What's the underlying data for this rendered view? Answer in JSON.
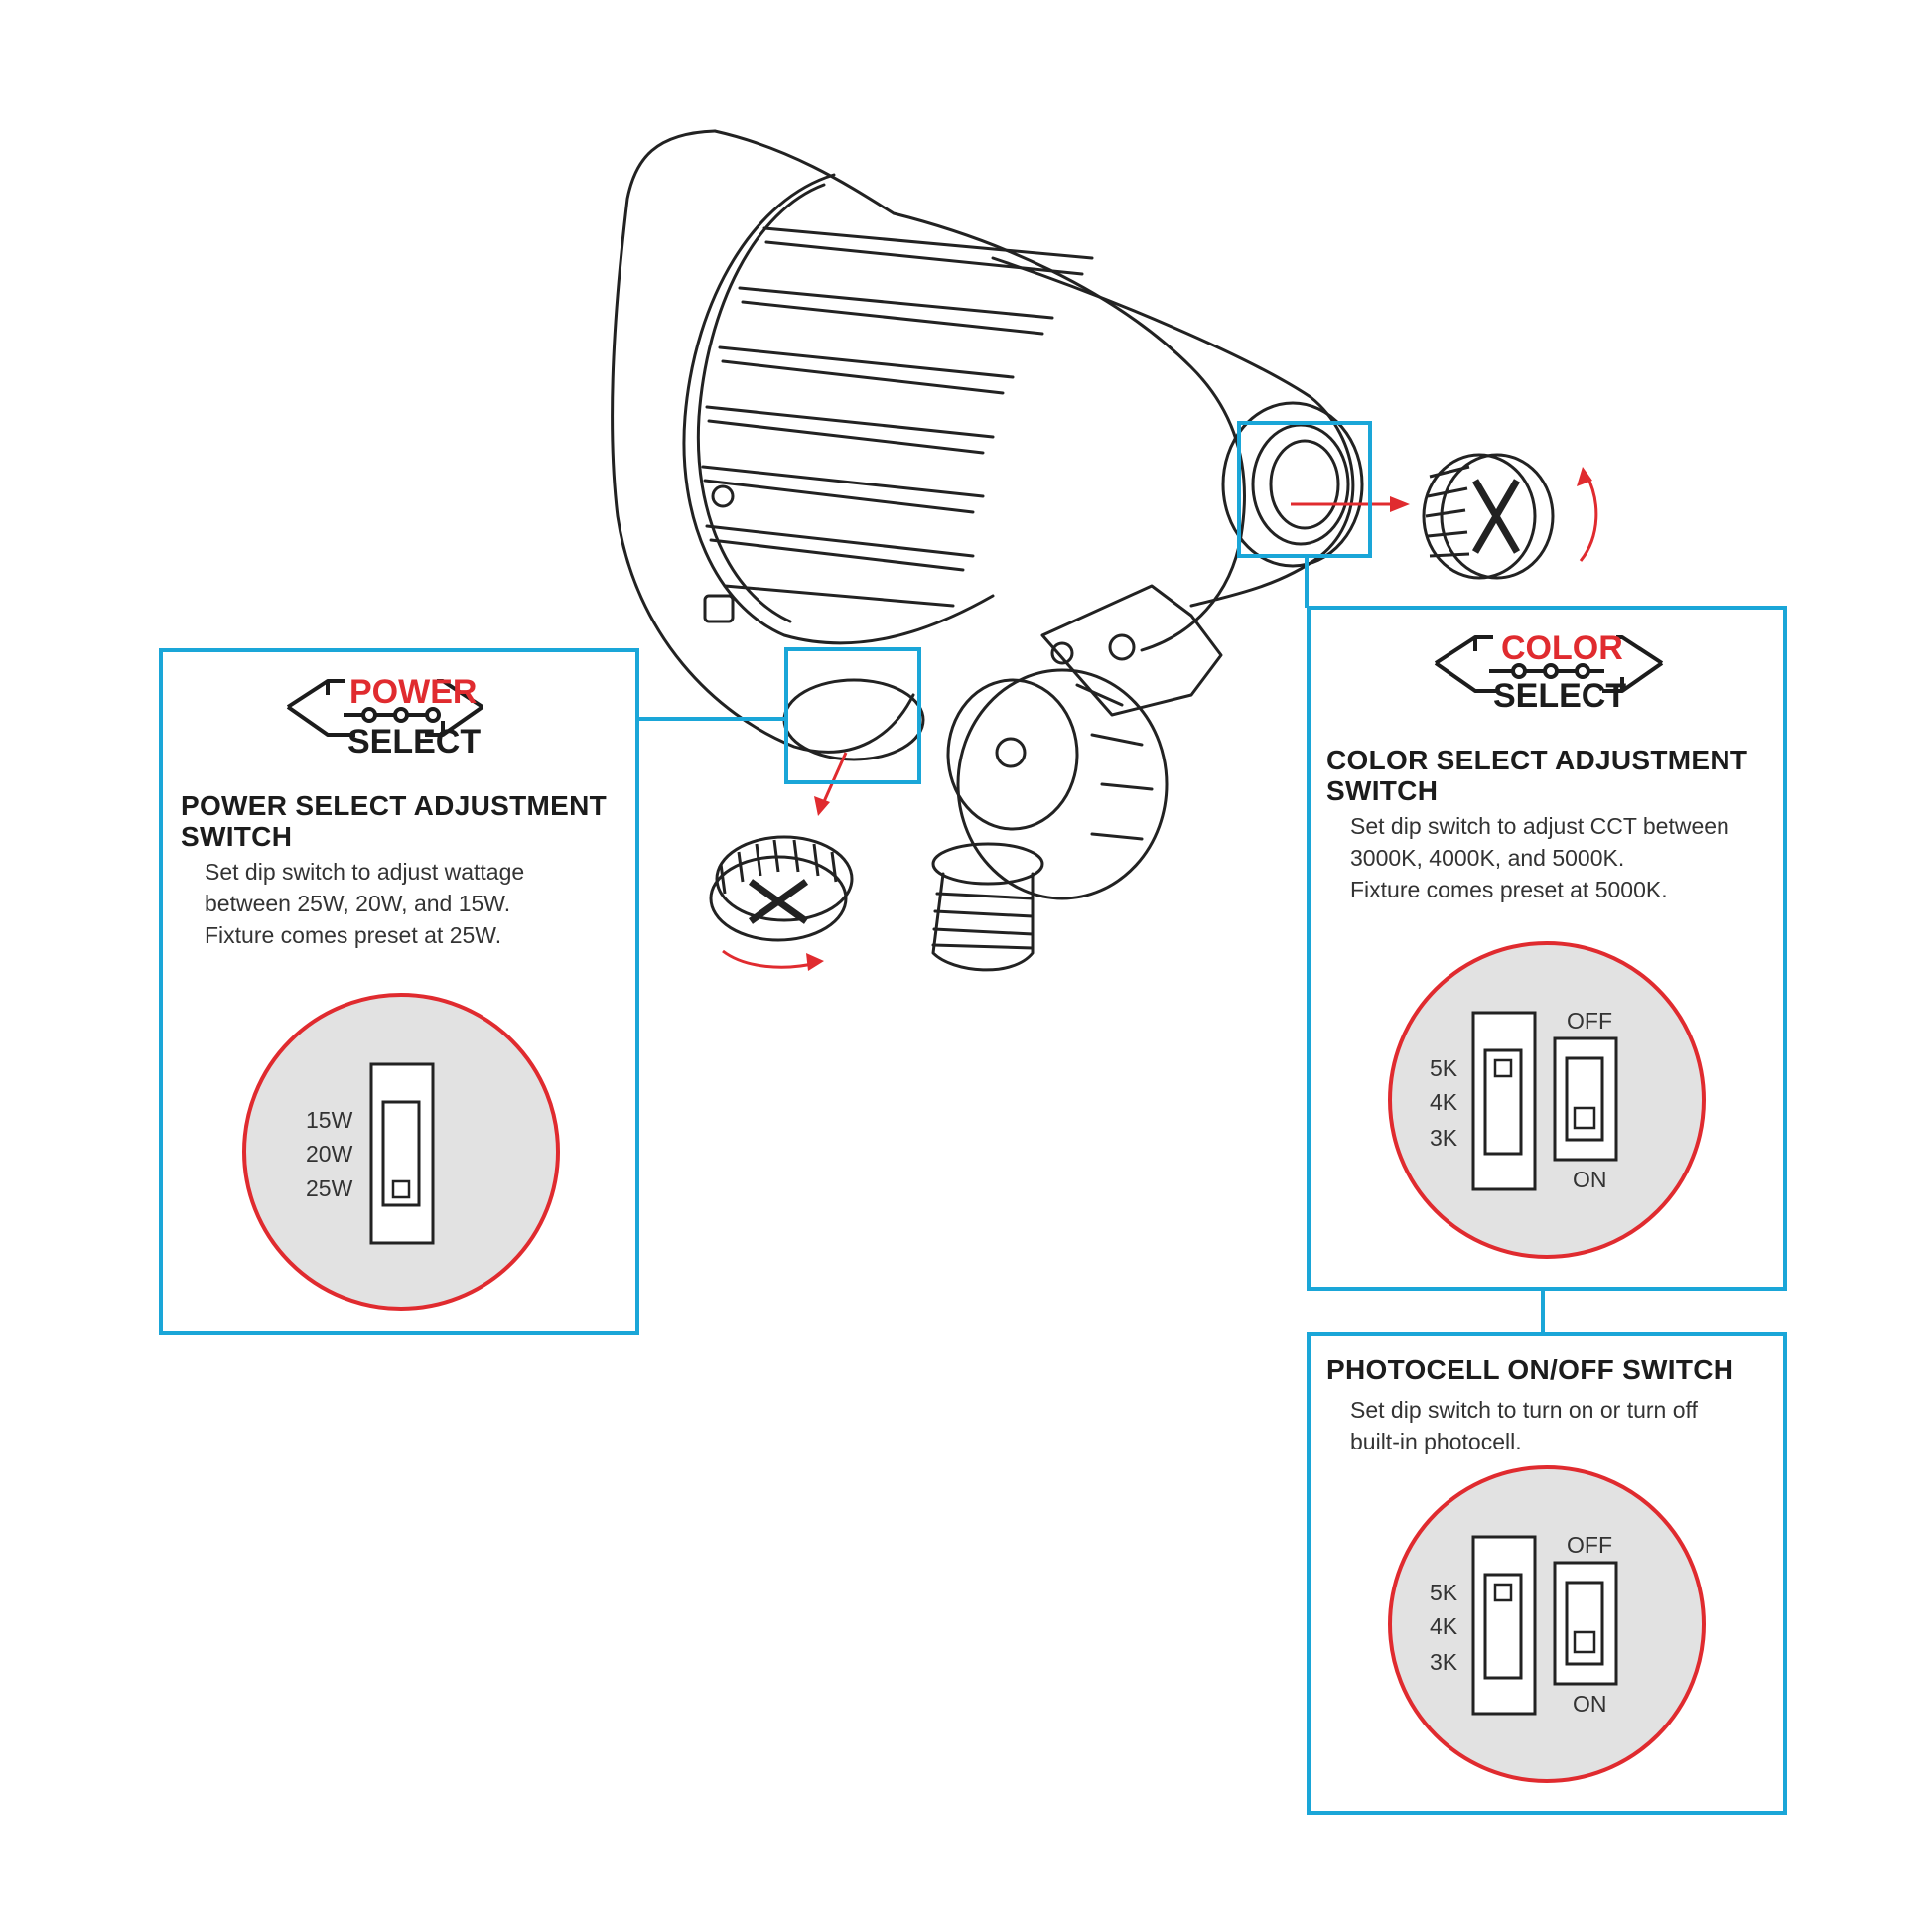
{
  "colors": {
    "accent": "#1aa6d8",
    "highlight": "#e02b2f",
    "dial_fill": "#e2e2e2",
    "line": "#222222"
  },
  "icons": [
    "power-select-badge-icon",
    "color-select-badge-icon",
    "fixture-illustration-icon",
    "cap-plug-icon",
    "rotation-arrow-icon"
  ],
  "power_panel": {
    "badge_top": "POWER",
    "badge_bottom": "SELECT",
    "title_line1": "POWER SELECT ADJUSTMENT",
    "title_line2": "SWITCH",
    "description": "Set dip switch to adjust wattage\nbetween 25W, 20W, and 15W.\nFixture comes preset at 25W.",
    "switch_labels": [
      "15W",
      "20W",
      "25W"
    ],
    "selected": "25W"
  },
  "color_panel": {
    "badge_top": "COLOR",
    "badge_bottom": "SELECT",
    "title_line1": "COLOR SELECT ADJUSTMENT",
    "title_line2": "SWITCH",
    "description": "Set dip switch to adjust CCT between\n3000K, 4000K, and 5000K.\nFixture comes preset at 5000K.",
    "switch_labels": [
      "5K",
      "4K",
      "3K"
    ],
    "selected": "5K",
    "photo_off_label": "OFF",
    "photo_on_label": "ON"
  },
  "photocell_panel": {
    "title": "PHOTOCELL ON/OFF SWITCH",
    "description": "Set dip switch to turn on or turn off\nbuilt-in photocell.",
    "switch_labels": [
      "5K",
      "4K",
      "3K"
    ],
    "selected": "5K",
    "photo_off_label": "OFF",
    "photo_on_label": "ON"
  }
}
